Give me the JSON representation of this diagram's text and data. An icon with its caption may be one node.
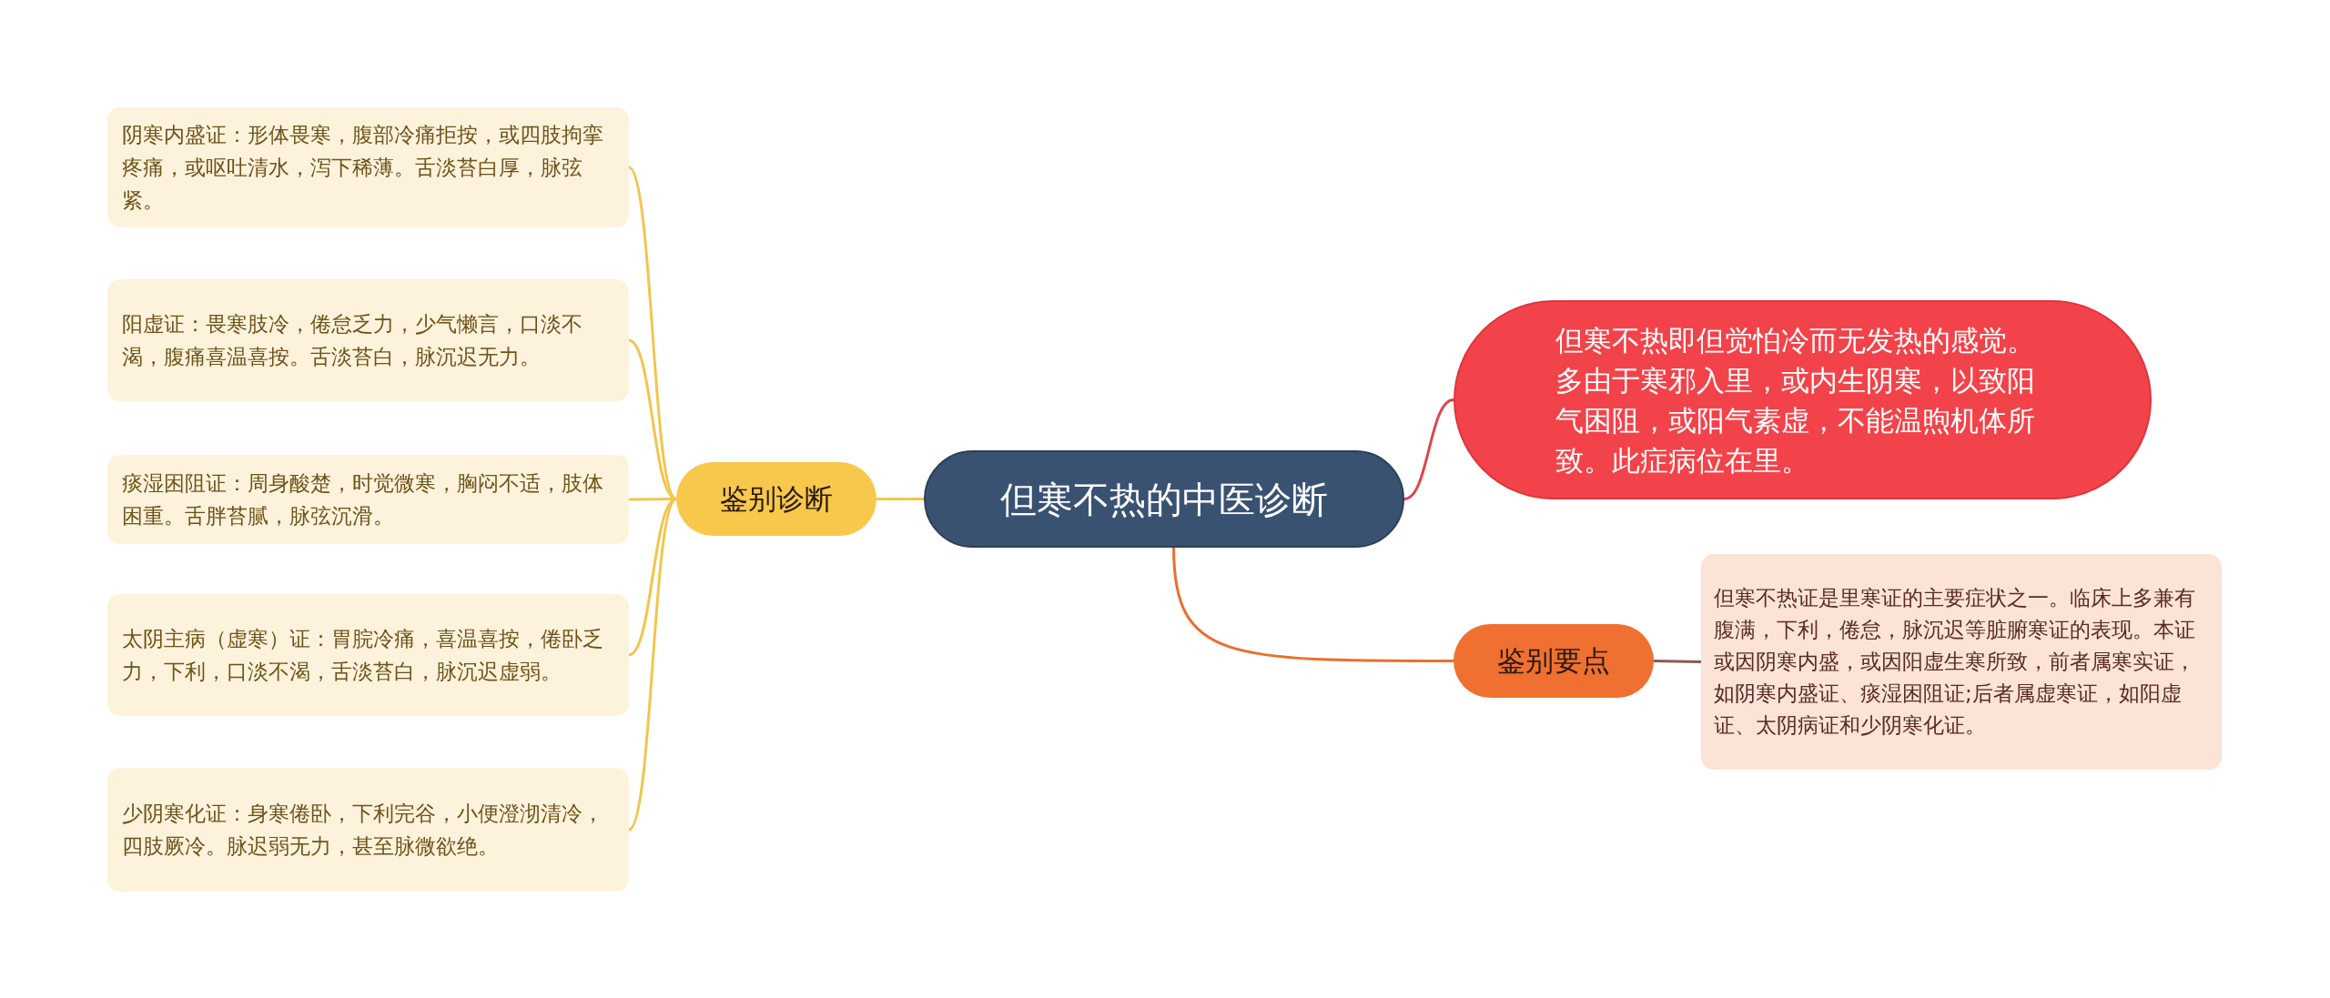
{
  "diagram": {
    "nodes": [
      {
        "text": [
          "但寒不热的中医诊断"
        ]
      },
      {
        "text": [
          "但寒不热即但觉怕冷而无发热的感觉。多由于寒邪入里，或内生阴寒，以致阳气困阻，或阳气素虚，不能温煦机体所致。此症病位在里。"
        ]
      },
      {
        "text": [
          "鉴别要点"
        ]
      },
      {
        "text": [
          "但寒不热证是里寒证的主要症状之一。临床上多兼有腹满，下利，倦怠，脉沉迟等脏腑寒证的表现。本证或因阴寒内盛，或因阳虚生寒所致，前者属寒实证，如阴寒内盛证、痰湿困阻证;后者属虚寒证，如阳虚证、太阴病证和少阴寒化证。"
        ]
      },
      {
        "text": [
          "鉴别诊断"
        ]
      },
      {
        "text": [
          "阴寒内盛证：形体畏寒，腹部冷痛拒按，或四肢拘挛疼痛，或呕吐清水，泻下稀薄。舌淡苔白厚，脉弦紧。"
        ]
      },
      {
        "text": [
          "阳虚证：畏寒肢冷，倦怠乏力，少气懒言，口淡不渴，腹痛喜温喜按。舌淡苔白，脉沉迟无力。"
        ]
      },
      {
        "text": [
          "痰湿困阻证：周身酸楚，时觉微寒，胸闷不适，肢体困重。舌胖苔腻，脉弦沉滑。"
        ]
      },
      {
        "text": [
          "太阴主病（虚寒）证：胃脘冷痛，喜温喜按，倦卧乏力，下利，口淡不渴，舌淡苔白，脉沉迟虚弱。"
        ]
      },
      {
        "text": [
          "少阴寒化证：身寒倦卧，下利完谷，小便澄沏清冷，四肢厥冷。脉迟弱无力，甚至脉微欲绝。"
        ]
      }
    ],
    "edges": [
      {
        "from": 0,
        "to": 1,
        "arrow": "none",
        "color": "#e0444a"
      },
      {
        "from": 0,
        "to": 2,
        "arrow": "none",
        "color": "#e8702e"
      },
      {
        "from": 2,
        "to": 3,
        "arrow": "none",
        "color": "#8a5a4e"
      },
      {
        "from": 0,
        "to": 4,
        "arrow": "none"
      },
      {
        "from": 4,
        "to": 5,
        "arrow": "none"
      },
      {
        "from": 4,
        "to": 6,
        "arrow": "none"
      },
      {
        "from": 4,
        "to": 7,
        "arrow": "none"
      },
      {
        "from": 4,
        "to": 8,
        "arrow": "none"
      },
      {
        "from": 4,
        "to": 9,
        "arrow": "none"
      }
    ]
  }
}
